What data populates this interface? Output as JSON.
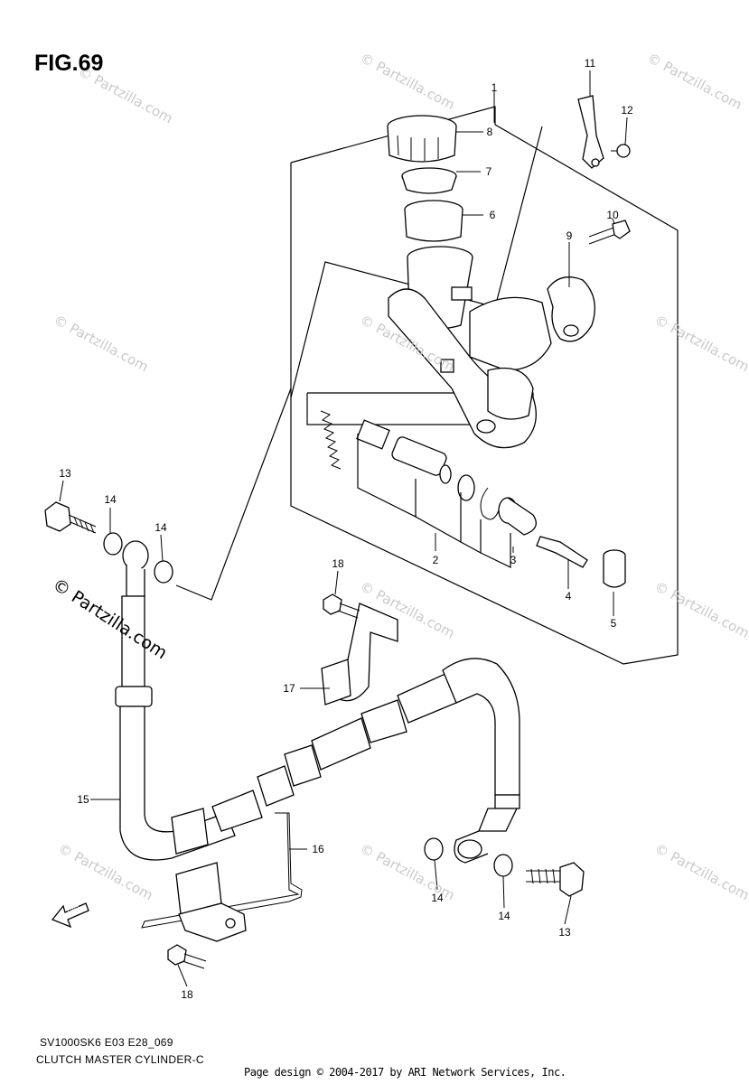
{
  "figure": {
    "title": "FIG.69",
    "model_code": "SV1000SK6 E03 E28_069",
    "caption": "CLUTCH MASTER CYLINDER-C",
    "copyright": "Page design © 2004-2017 by ARI Network Services, Inc."
  },
  "watermark": {
    "text": "© Partzilla.com",
    "prominent_text": "© Partzilla.com"
  },
  "direction_arrow": {
    "label": "FWD"
  },
  "callouts": [
    {
      "id": "c1",
      "label": "1"
    },
    {
      "id": "c2",
      "label": "2"
    },
    {
      "id": "c3",
      "label": "3"
    },
    {
      "id": "c4",
      "label": "4"
    },
    {
      "id": "c5",
      "label": "5"
    },
    {
      "id": "c6",
      "label": "6"
    },
    {
      "id": "c7",
      "label": "7"
    },
    {
      "id": "c8",
      "label": "8"
    },
    {
      "id": "c9",
      "label": "9"
    },
    {
      "id": "c10",
      "label": "10"
    },
    {
      "id": "c11",
      "label": "11"
    },
    {
      "id": "c12",
      "label": "12"
    },
    {
      "id": "c13a",
      "label": "13"
    },
    {
      "id": "c13b",
      "label": "13"
    },
    {
      "id": "c14a",
      "label": "14"
    },
    {
      "id": "c14b",
      "label": "14"
    },
    {
      "id": "c14c",
      "label": "14"
    },
    {
      "id": "c14d",
      "label": "14"
    },
    {
      "id": "c15",
      "label": "15"
    },
    {
      "id": "c16",
      "label": "16"
    },
    {
      "id": "c17",
      "label": "17"
    },
    {
      "id": "c18a",
      "label": "18"
    },
    {
      "id": "c18b",
      "label": "18"
    }
  ],
  "colors": {
    "line": "#000000",
    "watermark": "#c9c9c9",
    "background": "#ffffff"
  }
}
